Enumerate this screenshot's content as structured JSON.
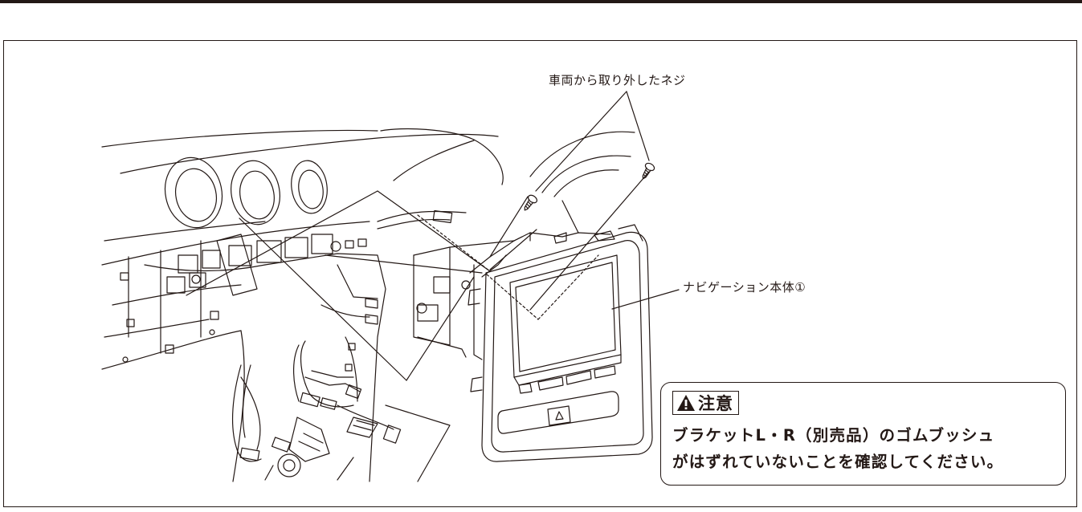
{
  "callouts": {
    "screws": "車両から取り外したネジ",
    "navigation_unit": "ナビゲーション本体①"
  },
  "caution": {
    "title": "注意",
    "icon": "warning-triangle-icon",
    "lines": [
      "ブラケットL・R（別売品）のゴムブッシュ",
      "がはずれていないことを確認してください。"
    ]
  },
  "colors": {
    "ink": "#231815",
    "background": "#ffffff"
  }
}
